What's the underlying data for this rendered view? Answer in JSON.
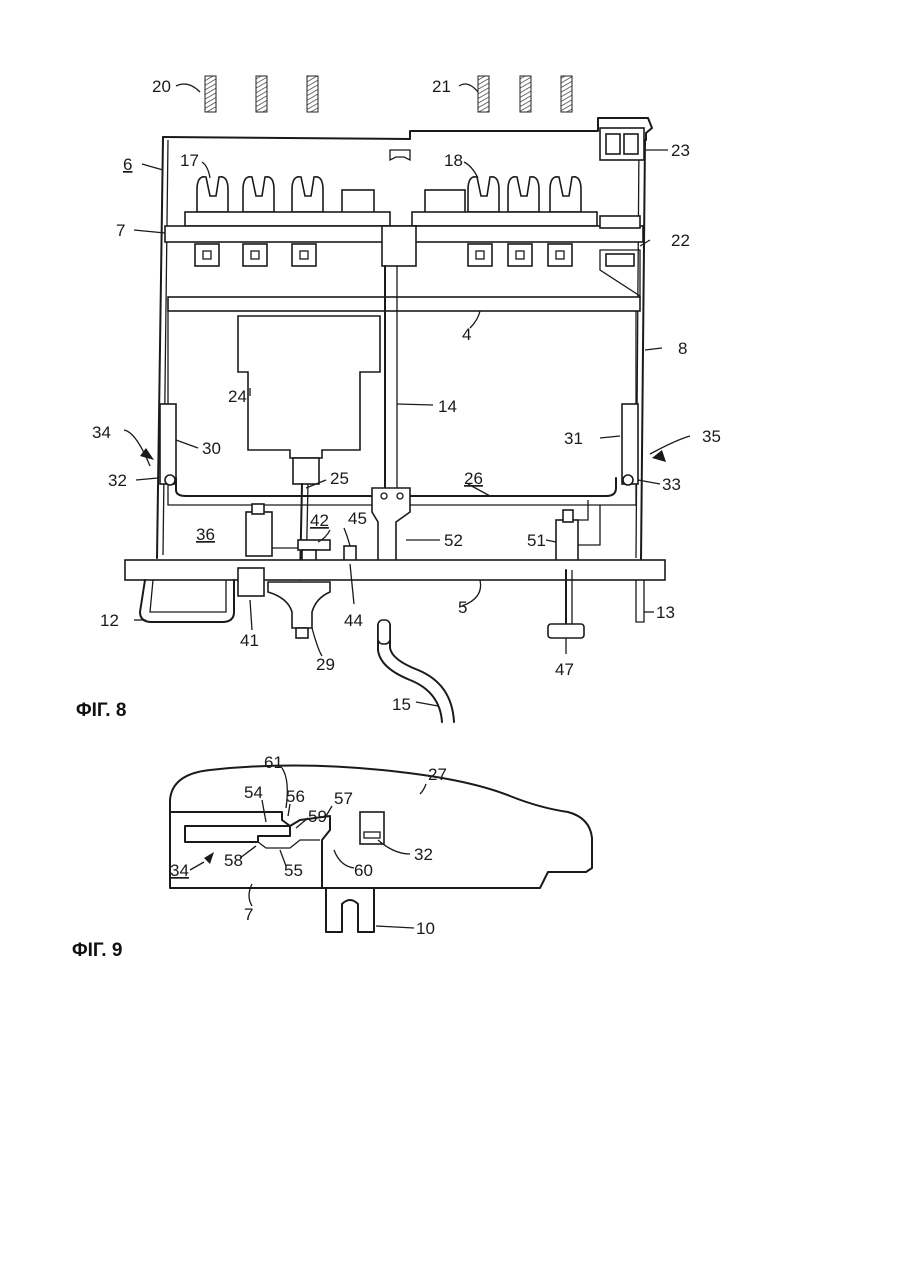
{
  "figures": {
    "fig8": {
      "caption": "ΦΙГ. 8",
      "labels": [
        {
          "id": "20",
          "text": "20"
        },
        {
          "id": "21",
          "text": "21"
        },
        {
          "id": "23",
          "text": "23"
        },
        {
          "id": "6",
          "text": "6"
        },
        {
          "id": "17",
          "text": "17"
        },
        {
          "id": "18",
          "text": "18"
        },
        {
          "id": "7",
          "text": "7"
        },
        {
          "id": "22",
          "text": "22"
        },
        {
          "id": "4",
          "text": "4"
        },
        {
          "id": "8",
          "text": "8"
        },
        {
          "id": "24",
          "text": "24"
        },
        {
          "id": "14",
          "text": "14"
        },
        {
          "id": "34",
          "text": "34"
        },
        {
          "id": "30",
          "text": "30"
        },
        {
          "id": "31",
          "text": "31"
        },
        {
          "id": "35",
          "text": "35"
        },
        {
          "id": "32",
          "text": "32"
        },
        {
          "id": "25",
          "text": "25"
        },
        {
          "id": "26",
          "text": "26"
        },
        {
          "id": "33",
          "text": "33"
        },
        {
          "id": "42",
          "text": "42"
        },
        {
          "id": "45",
          "text": "45"
        },
        {
          "id": "36",
          "text": "36"
        },
        {
          "id": "52",
          "text": "52"
        },
        {
          "id": "51",
          "text": "51"
        },
        {
          "id": "12",
          "text": "12"
        },
        {
          "id": "41",
          "text": "41"
        },
        {
          "id": "44",
          "text": "44"
        },
        {
          "id": "5",
          "text": "5"
        },
        {
          "id": "13",
          "text": "13"
        },
        {
          "id": "29",
          "text": "29"
        },
        {
          "id": "47",
          "text": "47"
        },
        {
          "id": "15",
          "text": "15"
        }
      ]
    },
    "fig9": {
      "caption": "ΦΙГ. 9",
      "labels": [
        {
          "id": "61",
          "text": "61"
        },
        {
          "id": "27",
          "text": "27"
        },
        {
          "id": "54",
          "text": "54"
        },
        {
          "id": "56",
          "text": "56"
        },
        {
          "id": "57",
          "text": "57"
        },
        {
          "id": "59",
          "text": "59"
        },
        {
          "id": "32",
          "text": "32"
        },
        {
          "id": "34",
          "text": "34"
        },
        {
          "id": "58",
          "text": "58"
        },
        {
          "id": "55",
          "text": "55"
        },
        {
          "id": "60",
          "text": "60"
        },
        {
          "id": "7",
          "text": "7"
        },
        {
          "id": "10",
          "text": "10"
        }
      ]
    }
  }
}
